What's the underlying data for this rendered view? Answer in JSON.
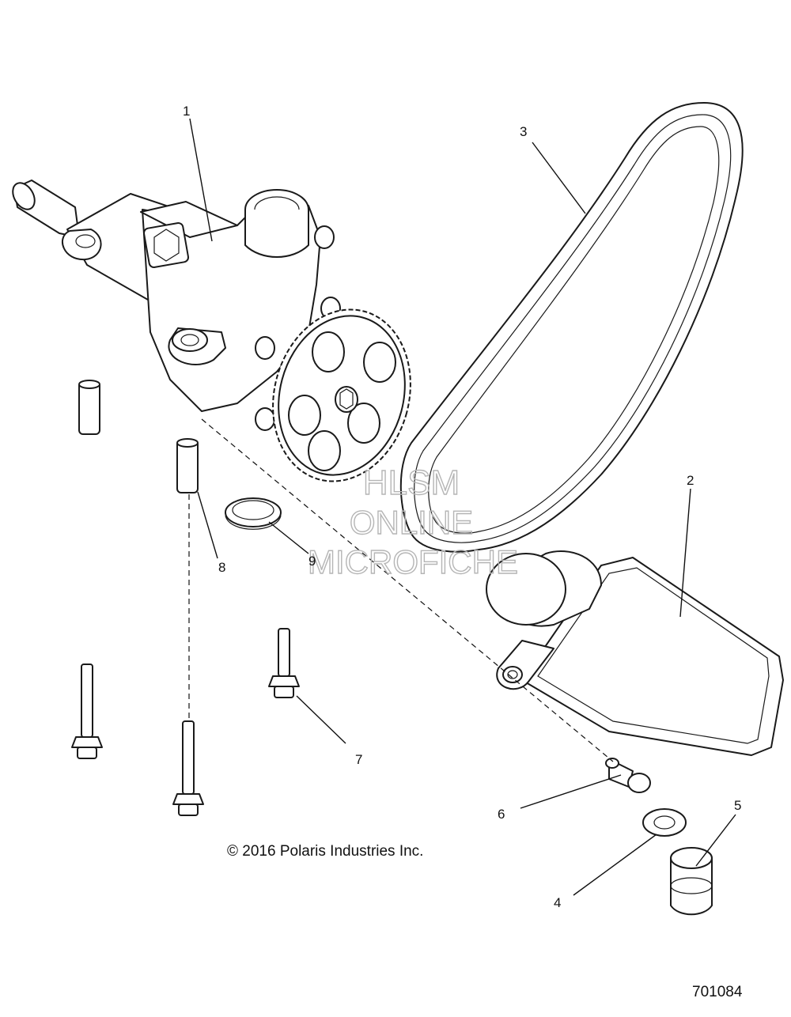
{
  "callouts": [
    {
      "id": "1",
      "label": "1"
    },
    {
      "id": "2",
      "label": "2"
    },
    {
      "id": "3",
      "label": "3"
    },
    {
      "id": "4",
      "label": "4"
    },
    {
      "id": "5",
      "label": "5"
    },
    {
      "id": "6",
      "label": "6"
    },
    {
      "id": "7",
      "label": "7"
    },
    {
      "id": "8",
      "label": "8"
    },
    {
      "id": "9",
      "label": "9"
    }
  ],
  "watermark": {
    "line1": "HLSM",
    "line2": "ONLINE",
    "line3": "MICROFICHE"
  },
  "copyright": "© 2016 Polaris Industries Inc.",
  "diagram_ref": "701084"
}
